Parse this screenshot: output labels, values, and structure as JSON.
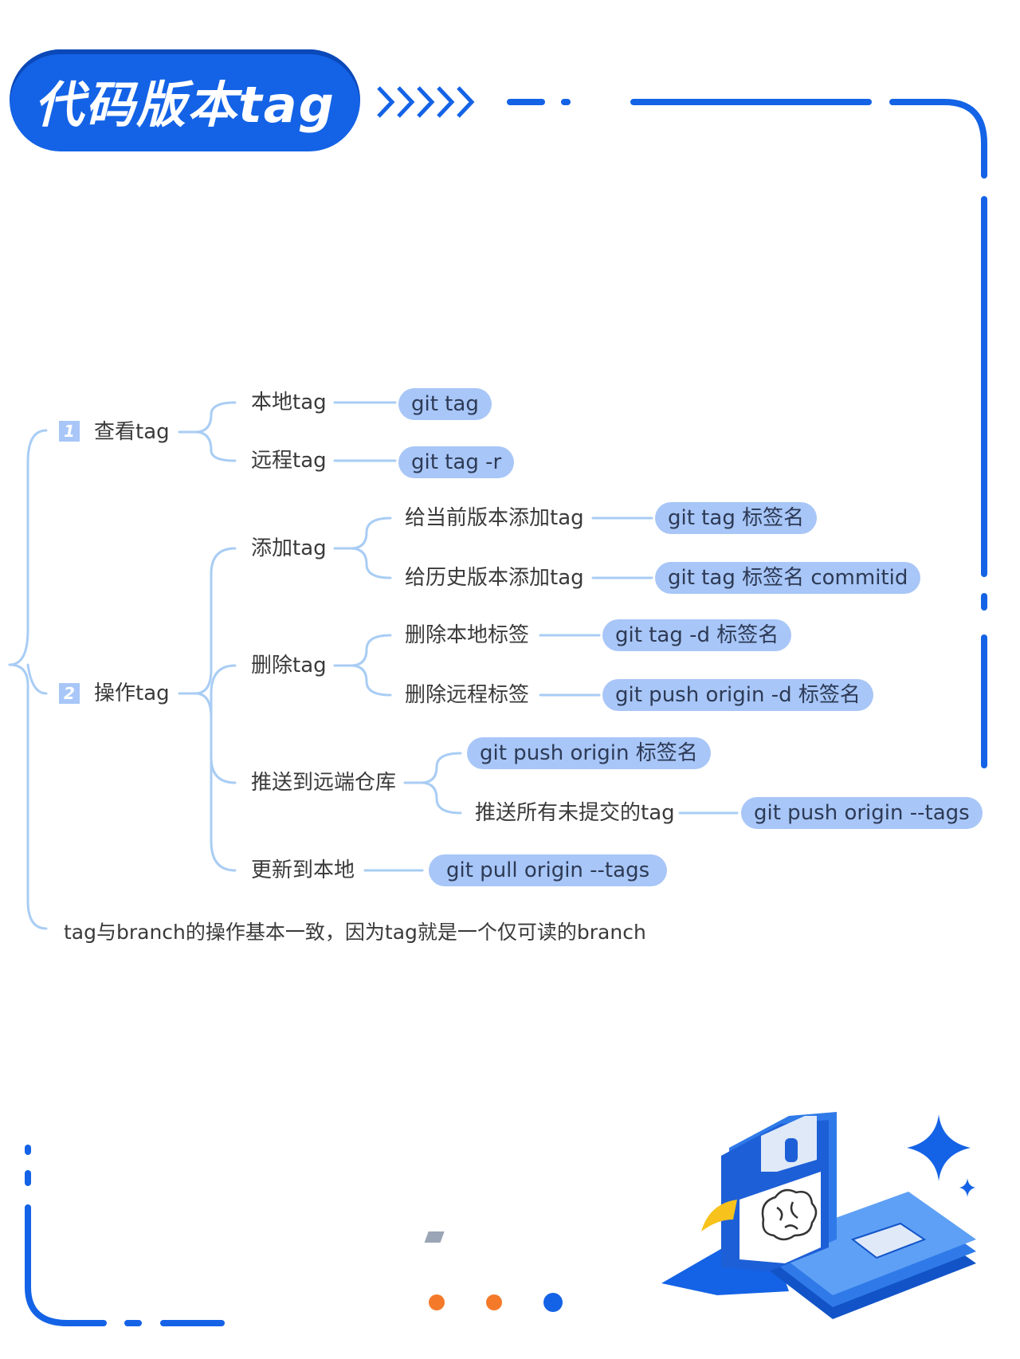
{
  "title": "代码版本tag",
  "colors": {
    "primary_blue": "#1463e6",
    "pill_blue": "#a8c6f7",
    "connector": "#a9cdf4",
    "dot_orange": "#f47a2a",
    "dot_blue": "#1463e6"
  },
  "mindmap": {
    "branches": [
      {
        "badge": "1",
        "label": "查看tag",
        "children": [
          {
            "label": "本地tag",
            "command": "git tag"
          },
          {
            "label": "远程tag",
            "command": "git tag -r"
          }
        ]
      },
      {
        "badge": "2",
        "label": "操作tag",
        "children": [
          {
            "label": "添加tag",
            "children": [
              {
                "label": "给当前版本添加tag",
                "command": "git tag 标签名"
              },
              {
                "label": "给历史版本添加tag",
                "command": "git tag 标签名 commitid"
              }
            ]
          },
          {
            "label": "删除tag",
            "children": [
              {
                "label": "删除本地标签",
                "command": "git tag -d 标签名"
              },
              {
                "label": "删除远程标签",
                "command": "git push origin -d 标签名"
              }
            ]
          },
          {
            "label": "推送到远端仓库",
            "children": [
              {
                "command": "git push origin 标签名"
              },
              {
                "label": "推送所有未提交的tag",
                "command": "git push origin --tags"
              }
            ]
          },
          {
            "label": "更新到本地",
            "command": "git pull origin --tags"
          }
        ]
      }
    ],
    "note": "tag与branch的操作基本一致，因为tag就是一个仅可读的branch"
  },
  "illustration": {
    "name": "floppy-disk-brain",
    "icon": "brain-icon"
  },
  "pagination_dots": [
    "orange",
    "orange",
    "blue"
  ]
}
